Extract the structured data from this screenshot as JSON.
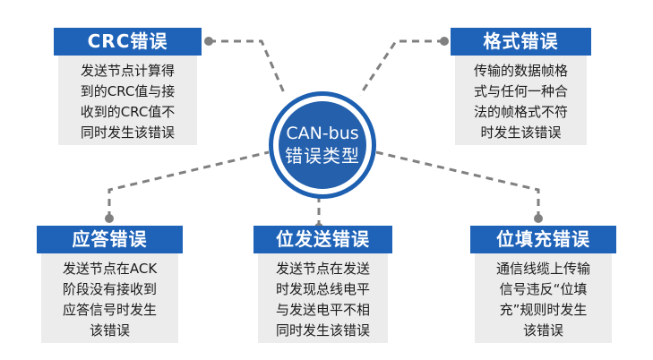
{
  "center": {
    "line1": "CAN-bus",
    "line2": "错误类型"
  },
  "cards": [
    {
      "title": "CRC错误",
      "body": "发送节点计算得\n到的CRC值与接\n收到的CRC值不\n同时发生该错误"
    },
    {
      "title": "格式错误",
      "body": "传输的数据帧格\n式与任何一种合\n法的帧格式不符\n时发生该错误"
    },
    {
      "title": "应答错误",
      "body": "发送节点在ACK\n阶段没有接收到\n应答信号时发生\n该错误"
    },
    {
      "title": "位发送错误",
      "body": "发送节点在发送\n时发现总线电平\n与发送电平不相\n同时发生该错误"
    },
    {
      "title": "位填充错误",
      "body": "通信线缆上传输\n信号违反“位填\n充”规则时发生\n该错误"
    }
  ],
  "colors": {
    "title_bg": "#1f63b8",
    "body_bg": "#ececec",
    "center_fill": "#2560ad",
    "connector": "#808080"
  }
}
